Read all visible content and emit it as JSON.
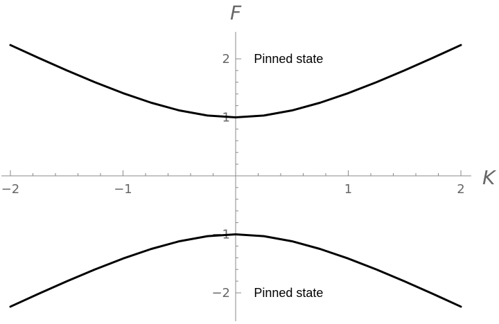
{
  "chart_data": {
    "type": "line",
    "xlabel": "K",
    "ylabel": "F",
    "xlim": [
      -2.05,
      2.05
    ],
    "ylim": [
      -2.55,
      2.45
    ],
    "xticks": [
      {
        "value": -2,
        "label": "−2"
      },
      {
        "value": -1,
        "label": "−1"
      },
      {
        "value": 1,
        "label": "1"
      },
      {
        "value": 2,
        "label": "2"
      }
    ],
    "yticks": [
      {
        "value": -2,
        "label": "−2"
      },
      {
        "value": -1,
        "label": "−1"
      },
      {
        "value": 1,
        "label": "1"
      },
      {
        "value": 2,
        "label": "2"
      }
    ],
    "series": [
      {
        "x": [
          -2,
          -1.75,
          -1.5,
          -1.25,
          -1,
          -0.75,
          -0.5,
          -0.25,
          0,
          0.25,
          0.5,
          0.75,
          1,
          1.25,
          1.5,
          1.75,
          2
        ],
        "y": [
          2.236,
          2.016,
          1.803,
          1.601,
          1.414,
          1.25,
          1.118,
          1.031,
          1.0,
          1.031,
          1.118,
          1.25,
          1.414,
          1.601,
          1.803,
          2.016,
          2.236
        ]
      },
      {
        "x": [
          -2,
          -1.75,
          -1.5,
          -1.25,
          -1,
          -0.75,
          -0.5,
          -0.25,
          0,
          0.25,
          0.5,
          0.75,
          1,
          1.25,
          1.5,
          1.75,
          2
        ],
        "y": [
          -2.236,
          -2.016,
          -1.803,
          -1.601,
          -1.414,
          -1.25,
          -1.118,
          -1.031,
          -1.0,
          -1.031,
          -1.118,
          -1.25,
          -1.414,
          -1.601,
          -1.803,
          -2.016,
          -2.236
        ]
      }
    ],
    "annotations": [
      {
        "text": "Pinned state",
        "x": 0.15,
        "y": 2.0
      },
      {
        "text": "Pinned state",
        "x": 0.15,
        "y": -2.0
      }
    ],
    "grid": false,
    "colors": {
      "curve": "#000000",
      "axis": "#888888",
      "text": "#666666"
    }
  }
}
